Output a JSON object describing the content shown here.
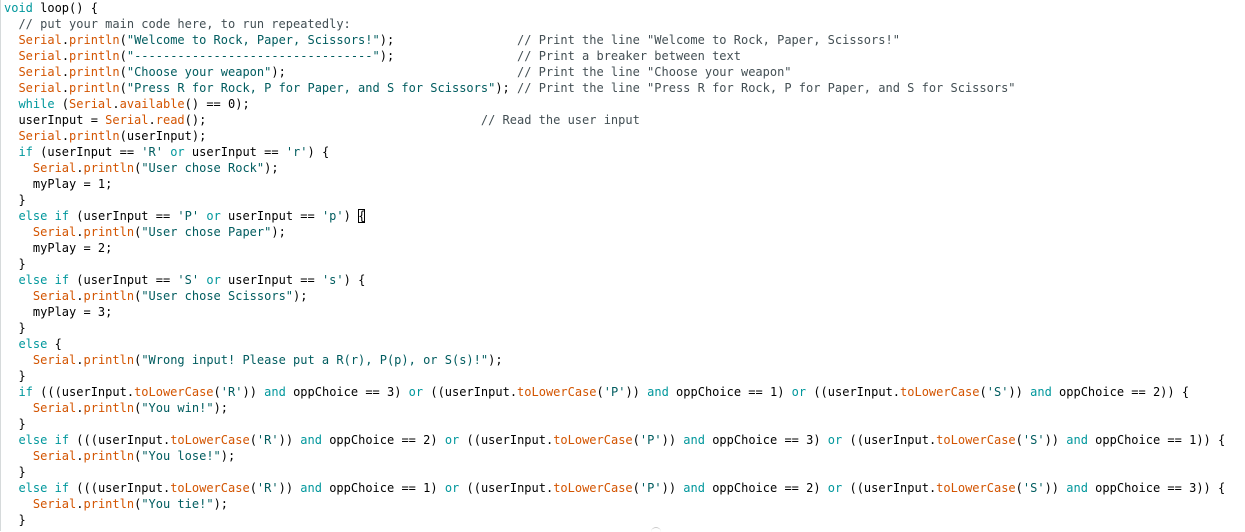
{
  "editor": {
    "lines": [
      [
        {
          "t": "void",
          "c": "type"
        },
        {
          "t": " loop() {",
          "c": "plain"
        }
      ],
      [
        {
          "t": "  // put your main code here, to run repeatedly:",
          "c": "cm"
        }
      ],
      [
        {
          "t": "  ",
          "c": "plain"
        },
        {
          "t": "Serial",
          "c": "fn"
        },
        {
          "t": ".",
          "c": "plain"
        },
        {
          "t": "println",
          "c": "fn"
        },
        {
          "t": "(",
          "c": "plain"
        },
        {
          "t": "\"Welcome to Rock, Paper, Scissors!\"",
          "c": "str"
        },
        {
          "t": ");                 ",
          "c": "plain"
        },
        {
          "t": "// Print the line \"Welcome to Rock, Paper, Scissors!\"",
          "c": "cm"
        }
      ],
      [
        {
          "t": "  ",
          "c": "plain"
        },
        {
          "t": "Serial",
          "c": "fn"
        },
        {
          "t": ".",
          "c": "plain"
        },
        {
          "t": "println",
          "c": "fn"
        },
        {
          "t": "(",
          "c": "plain"
        },
        {
          "t": "\"---------------------------------\"",
          "c": "str"
        },
        {
          "t": ");                 ",
          "c": "plain"
        },
        {
          "t": "// Print a breaker between text",
          "c": "cm"
        }
      ],
      [
        {
          "t": "  ",
          "c": "plain"
        },
        {
          "t": "Serial",
          "c": "fn"
        },
        {
          "t": ".",
          "c": "plain"
        },
        {
          "t": "println",
          "c": "fn"
        },
        {
          "t": "(",
          "c": "plain"
        },
        {
          "t": "\"Choose your weapon\"",
          "c": "str"
        },
        {
          "t": ");                                ",
          "c": "plain"
        },
        {
          "t": "// Print the line \"Choose your weapon\"",
          "c": "cm"
        }
      ],
      [
        {
          "t": "  ",
          "c": "plain"
        },
        {
          "t": "Serial",
          "c": "fn"
        },
        {
          "t": ".",
          "c": "plain"
        },
        {
          "t": "println",
          "c": "fn"
        },
        {
          "t": "(",
          "c": "plain"
        },
        {
          "t": "\"Press R for Rock, P for Paper, and S for Scissors\"",
          "c": "str"
        },
        {
          "t": "); ",
          "c": "plain"
        },
        {
          "t": "// Print the line \"Press R for Rock, P for Paper, and S for Scissors\"",
          "c": "cm"
        }
      ],
      [
        {
          "t": "  ",
          "c": "plain"
        },
        {
          "t": "while",
          "c": "kw"
        },
        {
          "t": " (",
          "c": "plain"
        },
        {
          "t": "Serial",
          "c": "fn"
        },
        {
          "t": ".",
          "c": "plain"
        },
        {
          "t": "available",
          "c": "fn"
        },
        {
          "t": "() == 0);",
          "c": "plain"
        }
      ],
      [
        {
          "t": "  userInput = ",
          "c": "plain"
        },
        {
          "t": "Serial",
          "c": "fn"
        },
        {
          "t": ".",
          "c": "plain"
        },
        {
          "t": "read",
          "c": "fn"
        },
        {
          "t": "();                                      ",
          "c": "plain"
        },
        {
          "t": "// Read the user input",
          "c": "cm"
        }
      ],
      [
        {
          "t": "  ",
          "c": "plain"
        },
        {
          "t": "Serial",
          "c": "fn"
        },
        {
          "t": ".",
          "c": "plain"
        },
        {
          "t": "println",
          "c": "fn"
        },
        {
          "t": "(userInput);",
          "c": "plain"
        }
      ],
      [
        {
          "t": "  ",
          "c": "plain"
        },
        {
          "t": "if",
          "c": "kw"
        },
        {
          "t": " (userInput == ",
          "c": "plain"
        },
        {
          "t": "'R'",
          "c": "str"
        },
        {
          "t": " ",
          "c": "plain"
        },
        {
          "t": "or",
          "c": "kw"
        },
        {
          "t": " userInput == ",
          "c": "plain"
        },
        {
          "t": "'r'",
          "c": "str"
        },
        {
          "t": ") {",
          "c": "plain"
        }
      ],
      [
        {
          "t": "    ",
          "c": "plain"
        },
        {
          "t": "Serial",
          "c": "fn"
        },
        {
          "t": ".",
          "c": "plain"
        },
        {
          "t": "println",
          "c": "fn"
        },
        {
          "t": "(",
          "c": "plain"
        },
        {
          "t": "\"User chose Rock\"",
          "c": "str"
        },
        {
          "t": ");",
          "c": "plain"
        }
      ],
      [
        {
          "t": "    myPlay = 1;",
          "c": "plain"
        }
      ],
      [
        {
          "t": "  }",
          "c": "plain"
        }
      ],
      [
        {
          "t": "  ",
          "c": "plain"
        },
        {
          "t": "else",
          "c": "kw"
        },
        {
          "t": " ",
          "c": "plain"
        },
        {
          "t": "if",
          "c": "kw"
        },
        {
          "t": " (userInput == ",
          "c": "plain"
        },
        {
          "t": "'P'",
          "c": "str"
        },
        {
          "t": " ",
          "c": "plain"
        },
        {
          "t": "or",
          "c": "kw"
        },
        {
          "t": " userInput == ",
          "c": "plain"
        },
        {
          "t": "'p'",
          "c": "str"
        },
        {
          "t": ") ",
          "c": "plain"
        },
        {
          "t": "{",
          "c": "cursor"
        }
      ],
      [
        {
          "t": "    ",
          "c": "plain"
        },
        {
          "t": "Serial",
          "c": "fn"
        },
        {
          "t": ".",
          "c": "plain"
        },
        {
          "t": "println",
          "c": "fn"
        },
        {
          "t": "(",
          "c": "plain"
        },
        {
          "t": "\"User chose Paper\"",
          "c": "str"
        },
        {
          "t": ");",
          "c": "plain"
        }
      ],
      [
        {
          "t": "    myPlay = 2;",
          "c": "plain"
        }
      ],
      [
        {
          "t": "  }",
          "c": "plain"
        }
      ],
      [
        {
          "t": "  ",
          "c": "plain"
        },
        {
          "t": "else",
          "c": "kw"
        },
        {
          "t": " ",
          "c": "plain"
        },
        {
          "t": "if",
          "c": "kw"
        },
        {
          "t": " (userInput == ",
          "c": "plain"
        },
        {
          "t": "'S'",
          "c": "str"
        },
        {
          "t": " ",
          "c": "plain"
        },
        {
          "t": "or",
          "c": "kw"
        },
        {
          "t": " userInput == ",
          "c": "plain"
        },
        {
          "t": "'s'",
          "c": "str"
        },
        {
          "t": ") {",
          "c": "plain"
        }
      ],
      [
        {
          "t": "    ",
          "c": "plain"
        },
        {
          "t": "Serial",
          "c": "fn"
        },
        {
          "t": ".",
          "c": "plain"
        },
        {
          "t": "println",
          "c": "fn"
        },
        {
          "t": "(",
          "c": "plain"
        },
        {
          "t": "\"User chose Scissors\"",
          "c": "str"
        },
        {
          "t": ");",
          "c": "plain"
        }
      ],
      [
        {
          "t": "    myPlay = 3;",
          "c": "plain"
        }
      ],
      [
        {
          "t": "  }",
          "c": "plain"
        }
      ],
      [
        {
          "t": "  ",
          "c": "plain"
        },
        {
          "t": "else",
          "c": "kw"
        },
        {
          "t": " {",
          "c": "plain"
        }
      ],
      [
        {
          "t": "    ",
          "c": "plain"
        },
        {
          "t": "Serial",
          "c": "fn"
        },
        {
          "t": ".",
          "c": "plain"
        },
        {
          "t": "println",
          "c": "fn"
        },
        {
          "t": "(",
          "c": "plain"
        },
        {
          "t": "\"Wrong input! Please put a R(r), P(p), or S(s)!\"",
          "c": "str"
        },
        {
          "t": ");",
          "c": "plain"
        }
      ],
      [
        {
          "t": "  }",
          "c": "plain"
        }
      ],
      [
        {
          "t": "  ",
          "c": "plain"
        },
        {
          "t": "if",
          "c": "kw"
        },
        {
          "t": " (((userInput.",
          "c": "plain"
        },
        {
          "t": "toLowerCase",
          "c": "fn"
        },
        {
          "t": "(",
          "c": "plain"
        },
        {
          "t": "'R'",
          "c": "str"
        },
        {
          "t": ")) ",
          "c": "plain"
        },
        {
          "t": "and",
          "c": "kw"
        },
        {
          "t": " oppChoice == 3) ",
          "c": "plain"
        },
        {
          "t": "or",
          "c": "kw"
        },
        {
          "t": " ((userInput.",
          "c": "plain"
        },
        {
          "t": "toLowerCase",
          "c": "fn"
        },
        {
          "t": "(",
          "c": "plain"
        },
        {
          "t": "'P'",
          "c": "str"
        },
        {
          "t": ")) ",
          "c": "plain"
        },
        {
          "t": "and",
          "c": "kw"
        },
        {
          "t": " oppChoice == 1) ",
          "c": "plain"
        },
        {
          "t": "or",
          "c": "kw"
        },
        {
          "t": " ((userInput.",
          "c": "plain"
        },
        {
          "t": "toLowerCase",
          "c": "fn"
        },
        {
          "t": "(",
          "c": "plain"
        },
        {
          "t": "'S'",
          "c": "str"
        },
        {
          "t": ")) ",
          "c": "plain"
        },
        {
          "t": "and",
          "c": "kw"
        },
        {
          "t": " oppChoice == 2)) {",
          "c": "plain"
        }
      ],
      [
        {
          "t": "    ",
          "c": "plain"
        },
        {
          "t": "Serial",
          "c": "fn"
        },
        {
          "t": ".",
          "c": "plain"
        },
        {
          "t": "println",
          "c": "fn"
        },
        {
          "t": "(",
          "c": "plain"
        },
        {
          "t": "\"You win!\"",
          "c": "str"
        },
        {
          "t": ");",
          "c": "plain"
        }
      ],
      [
        {
          "t": "  }",
          "c": "plain"
        }
      ],
      [
        {
          "t": "  ",
          "c": "plain"
        },
        {
          "t": "else",
          "c": "kw"
        },
        {
          "t": " ",
          "c": "plain"
        },
        {
          "t": "if",
          "c": "kw"
        },
        {
          "t": " (((userInput.",
          "c": "plain"
        },
        {
          "t": "toLowerCase",
          "c": "fn"
        },
        {
          "t": "(",
          "c": "plain"
        },
        {
          "t": "'R'",
          "c": "str"
        },
        {
          "t": ")) ",
          "c": "plain"
        },
        {
          "t": "and",
          "c": "kw"
        },
        {
          "t": " oppChoice == 2) ",
          "c": "plain"
        },
        {
          "t": "or",
          "c": "kw"
        },
        {
          "t": " ((userInput.",
          "c": "plain"
        },
        {
          "t": "toLowerCase",
          "c": "fn"
        },
        {
          "t": "(",
          "c": "plain"
        },
        {
          "t": "'P'",
          "c": "str"
        },
        {
          "t": ")) ",
          "c": "plain"
        },
        {
          "t": "and",
          "c": "kw"
        },
        {
          "t": " oppChoice == 3) ",
          "c": "plain"
        },
        {
          "t": "or",
          "c": "kw"
        },
        {
          "t": " ((userInput.",
          "c": "plain"
        },
        {
          "t": "toLowerCase",
          "c": "fn"
        },
        {
          "t": "(",
          "c": "plain"
        },
        {
          "t": "'S'",
          "c": "str"
        },
        {
          "t": ")) ",
          "c": "plain"
        },
        {
          "t": "and",
          "c": "kw"
        },
        {
          "t": " oppChoice == 1)) {",
          "c": "plain"
        }
      ],
      [
        {
          "t": "    ",
          "c": "plain"
        },
        {
          "t": "Serial",
          "c": "fn"
        },
        {
          "t": ".",
          "c": "plain"
        },
        {
          "t": "println",
          "c": "fn"
        },
        {
          "t": "(",
          "c": "plain"
        },
        {
          "t": "\"You lose!\"",
          "c": "str"
        },
        {
          "t": ");",
          "c": "plain"
        }
      ],
      [
        {
          "t": "  }",
          "c": "plain"
        }
      ],
      [
        {
          "t": "  ",
          "c": "plain"
        },
        {
          "t": "else",
          "c": "kw"
        },
        {
          "t": " ",
          "c": "plain"
        },
        {
          "t": "if",
          "c": "kw"
        },
        {
          "t": " (((userInput.",
          "c": "plain"
        },
        {
          "t": "toLowerCase",
          "c": "fn"
        },
        {
          "t": "(",
          "c": "plain"
        },
        {
          "t": "'R'",
          "c": "str"
        },
        {
          "t": ")) ",
          "c": "plain"
        },
        {
          "t": "and",
          "c": "kw"
        },
        {
          "t": " oppChoice == 1) ",
          "c": "plain"
        },
        {
          "t": "or",
          "c": "kw"
        },
        {
          "t": " ((userInput.",
          "c": "plain"
        },
        {
          "t": "toLowerCase",
          "c": "fn"
        },
        {
          "t": "(",
          "c": "plain"
        },
        {
          "t": "'P'",
          "c": "str"
        },
        {
          "t": ")) ",
          "c": "plain"
        },
        {
          "t": "and",
          "c": "kw"
        },
        {
          "t": " oppChoice == 2) ",
          "c": "plain"
        },
        {
          "t": "or",
          "c": "kw"
        },
        {
          "t": " ((userInput.",
          "c": "plain"
        },
        {
          "t": "toLowerCase",
          "c": "fn"
        },
        {
          "t": "(",
          "c": "plain"
        },
        {
          "t": "'S'",
          "c": "str"
        },
        {
          "t": ")) ",
          "c": "plain"
        },
        {
          "t": "and",
          "c": "kw"
        },
        {
          "t": " oppChoice == 3)) {",
          "c": "plain"
        }
      ],
      [
        {
          "t": "    ",
          "c": "plain"
        },
        {
          "t": "Serial",
          "c": "fn"
        },
        {
          "t": ".",
          "c": "plain"
        },
        {
          "t": "println",
          "c": "fn"
        },
        {
          "t": "(",
          "c": "plain"
        },
        {
          "t": "\"You tie!\"",
          "c": "str"
        },
        {
          "t": ");",
          "c": "plain"
        }
      ],
      [
        {
          "t": "  }",
          "c": "plain"
        }
      ]
    ],
    "colors": {
      "keyword": "#00979c",
      "function": "#d35400",
      "string": "#005c5f",
      "comment": "#434f54",
      "background": "#ffffff"
    }
  }
}
